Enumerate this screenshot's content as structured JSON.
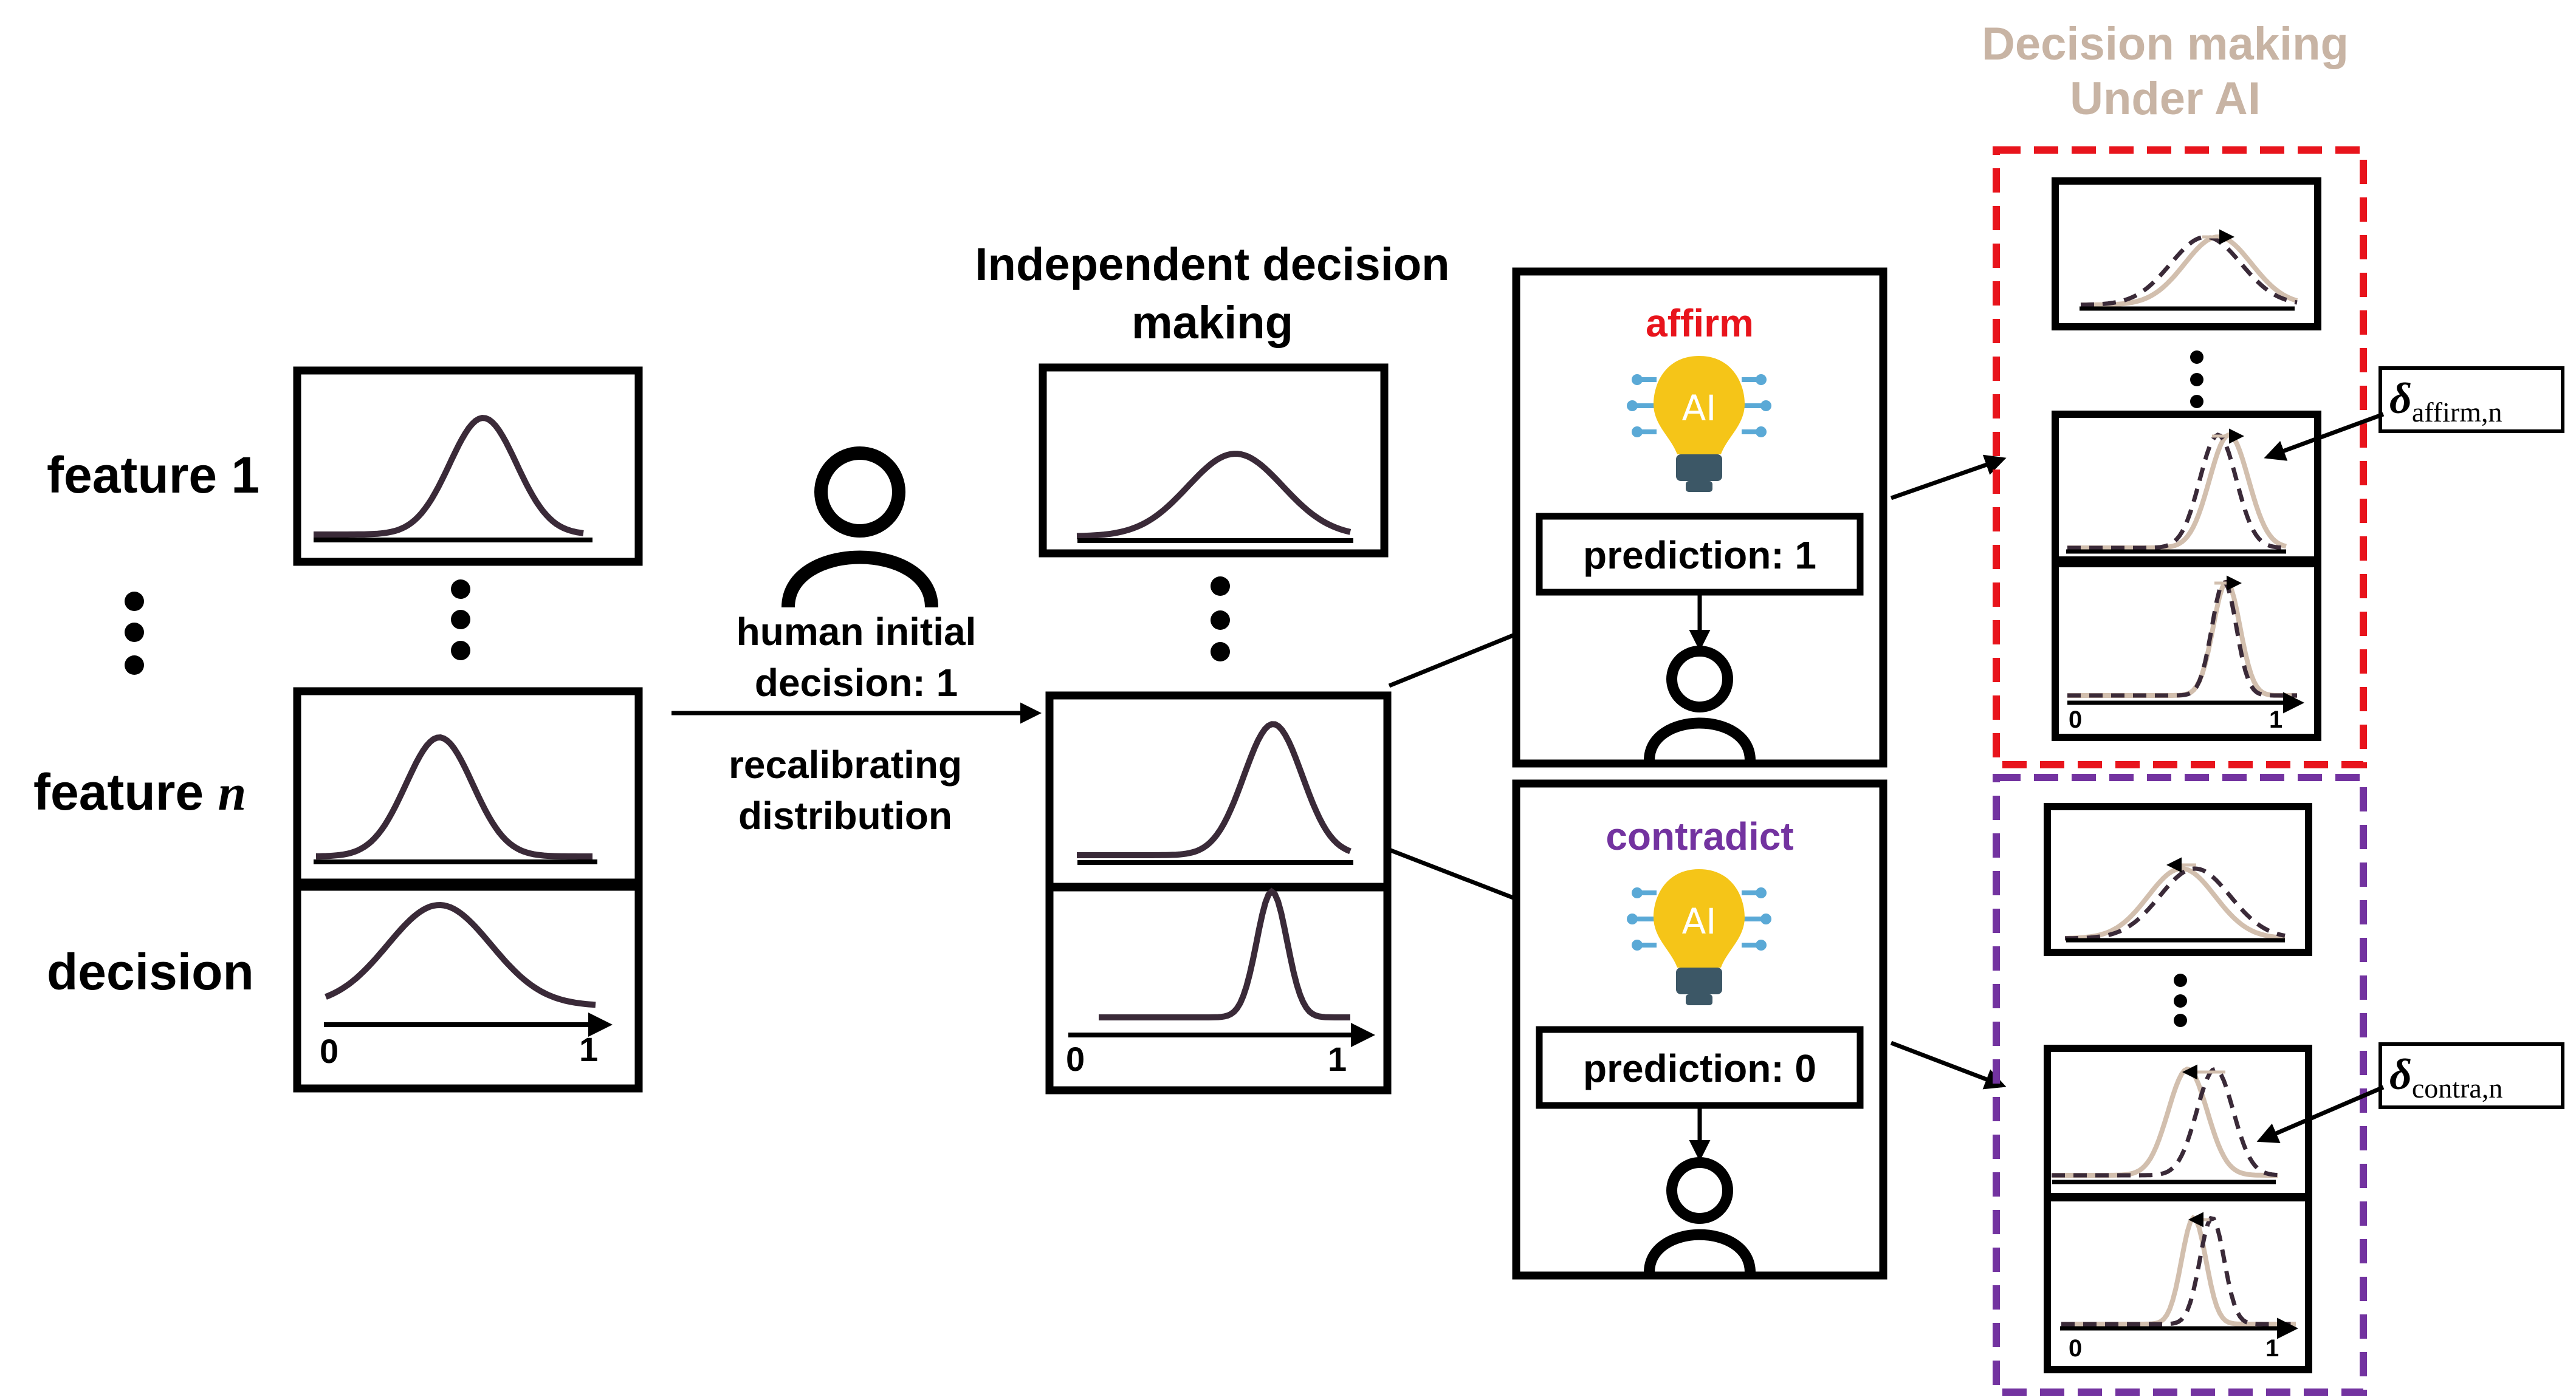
{
  "header": {
    "ai_title_line1": "Decision making",
    "ai_title_line2": "Under AI",
    "independent_title_line1": "Independent decision",
    "independent_title_line2": "making"
  },
  "left_panel": {
    "feature1_label": "feature 1",
    "featuren_label_prefix": "feature",
    "featuren_label_var": "n",
    "decision_label": "decision",
    "axis_min": "0",
    "axis_max": "1"
  },
  "human": {
    "initial_decision_line1": "human initial",
    "initial_decision_line2": "decision: 1",
    "recalibrate_line1": "recalibrating",
    "recalibrate_line2": "distribution"
  },
  "middle_panel": {
    "axis_min": "0",
    "axis_max": "1"
  },
  "ai_affirm": {
    "label": "affirm",
    "bulb_text": "AI",
    "prediction": "prediction: 1"
  },
  "ai_contradict": {
    "label": "contradict",
    "bulb_text": "AI",
    "prediction": "prediction: 0"
  },
  "right_top": {
    "axis_min": "0",
    "axis_max": "1",
    "delta_symbol": "δ",
    "delta_subscript": "affirm,n"
  },
  "right_bottom": {
    "axis_min": "0",
    "axis_max": "1",
    "delta_symbol": "δ",
    "delta_subscript": "contra,n"
  },
  "colors": {
    "curve_dark": "#3a2a38",
    "curve_tan": "#d2bfae",
    "affirm_red": "#e8141c",
    "contradict_purple": "#7333a0",
    "title_tan": "#c8b4a4",
    "bulb_yellow": "#f5c518",
    "bulb_base": "#3c5766",
    "circuit_blue": "#5aa9d6"
  }
}
